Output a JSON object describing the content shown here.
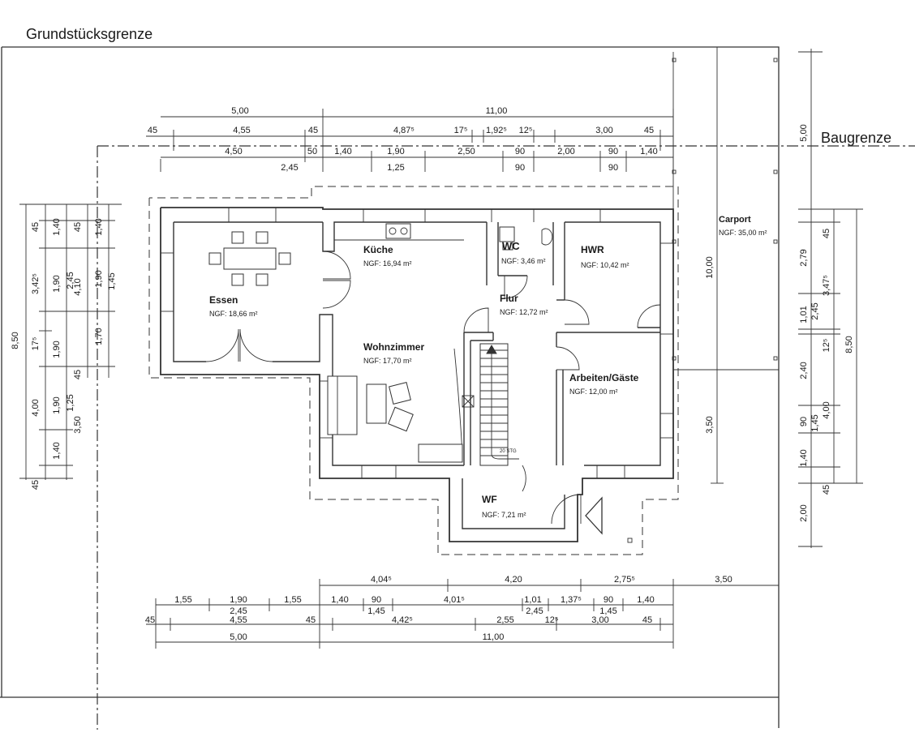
{
  "labels": {
    "property_line": "Grundstücksgrenze",
    "building_line": "Baugrenze"
  },
  "rooms": {
    "essen": {
      "name": "Essen",
      "area": "NGF: 18,66 m²"
    },
    "kueche": {
      "name": "Küche",
      "area": "NGF: 16,94 m²"
    },
    "wc": {
      "name": "WC",
      "area": "NGF: 3,46 m²"
    },
    "hwr": {
      "name": "HWR",
      "area": "NGF: 10,42 m²"
    },
    "flur": {
      "name": "Flur",
      "area": "NGF: 12,72 m²"
    },
    "wohnzimmer": {
      "name": "Wohnzimmer",
      "area": "NGF: 17,70 m²"
    },
    "arbeiten": {
      "name": "Arbeiten/Gäste",
      "area": "NGF: 12,00 m²"
    },
    "wf": {
      "name": "WF",
      "area": "NGF: 7,21 m²"
    },
    "carport": {
      "name": "Carport",
      "area": "NGF: 35,00 m²"
    }
  },
  "dims_top": [
    [
      "5,00",
      296
    ],
    [
      "11,00",
      612
    ],
    [
      "45",
      188
    ],
    [
      "4,55",
      298
    ],
    [
      "45",
      386
    ],
    [
      "4,87⁵",
      498
    ],
    [
      "17⁵",
      568
    ],
    [
      "1,92⁵",
      612
    ],
    [
      "12⁵",
      648
    ],
    [
      "3,00",
      745
    ],
    [
      "45",
      800
    ],
    [
      "4,50",
      288
    ],
    [
      "50",
      385
    ],
    [
      "1,40",
      423
    ],
    [
      "1,90",
      488
    ],
    [
      "2,50",
      575
    ],
    [
      "90",
      641
    ],
    [
      "2,00",
      698
    ],
    [
      "90",
      756
    ],
    [
      "1,40",
      800
    ],
    [
      "2,45",
      357
    ],
    [
      "1,25",
      488
    ],
    [
      "90",
      641
    ],
    [
      "90",
      756
    ]
  ],
  "dims_bottom": [
    [
      "4,04⁵",
      470
    ],
    [
      "4,20",
      633
    ],
    [
      "2,75⁵",
      770
    ],
    [
      "3,50",
      892
    ],
    [
      "1,55",
      226
    ],
    [
      "1,90",
      294
    ],
    [
      "1,55",
      361
    ],
    [
      "1,40",
      419
    ],
    [
      "90",
      464
    ],
    [
      "4,01⁵",
      560
    ],
    [
      "1,01",
      657
    ],
    [
      "1,37⁵",
      704
    ],
    [
      "90",
      750
    ],
    [
      "1,40",
      796
    ],
    [
      "2,45",
      294
    ],
    [
      "1,45",
      464
    ],
    [
      "2,45",
      659
    ],
    [
      "1,45",
      750
    ],
    [
      "45",
      185
    ],
    [
      "4,55",
      294
    ],
    [
      "45",
      383
    ],
    [
      "4,42⁵",
      496
    ],
    [
      "2,55",
      623
    ],
    [
      "12⁵",
      680
    ],
    [
      "3,00",
      740
    ],
    [
      "45",
      798
    ],
    [
      "5,00",
      294
    ],
    [
      "11,00",
      608
    ]
  ],
  "dims_left": [
    [
      "8,50",
      420,
      22
    ],
    [
      "45",
      280,
      47
    ],
    [
      "3,42⁵",
      350,
      47
    ],
    [
      "17⁵",
      424,
      47
    ],
    [
      "4,00",
      503,
      47
    ],
    [
      "45",
      598,
      47
    ],
    [
      "1,40",
      280,
      73
    ],
    [
      "1,90",
      350,
      73
    ],
    [
      "1,90",
      431,
      73
    ],
    [
      "1,90",
      500,
      73
    ],
    [
      "1,40",
      556,
      73
    ],
    [
      "2,45",
      346,
      90
    ],
    [
      "1,25",
      497,
      90
    ],
    [
      "45",
      280,
      99
    ],
    [
      "4,10",
      354,
      99
    ],
    [
      "45",
      462,
      99
    ],
    [
      "3,50",
      524,
      99
    ],
    [
      "1,40",
      280,
      125
    ],
    [
      "1,90",
      344,
      125
    ],
    [
      "1,70",
      415,
      125
    ],
    [
      "1,45",
      347,
      141
    ]
  ],
  "dims_right": [
    [
      "10,00",
      330,
      878
    ],
    [
      "3,50",
      524,
      878
    ],
    [
      "5,00",
      164,
      994
    ],
    [
      "2,79",
      318,
      994
    ],
    [
      "1,01",
      388,
      994
    ],
    [
      "2,40",
      457,
      994
    ],
    [
      "90",
      520,
      994
    ],
    [
      "1,40",
      565,
      994
    ],
    [
      "2,00",
      633,
      994
    ],
    [
      "2,45",
      384,
      1008
    ],
    [
      "1,45",
      522,
      1008
    ],
    [
      "45",
      288,
      1022
    ],
    [
      "3,47⁵",
      352,
      1022
    ],
    [
      "12⁵",
      426,
      1022
    ],
    [
      "4,00",
      506,
      1022
    ],
    [
      "45",
      604,
      1022
    ],
    [
      "8,50",
      425,
      1050
    ]
  ],
  "misc": {
    "stair_label": "20 STG"
  }
}
